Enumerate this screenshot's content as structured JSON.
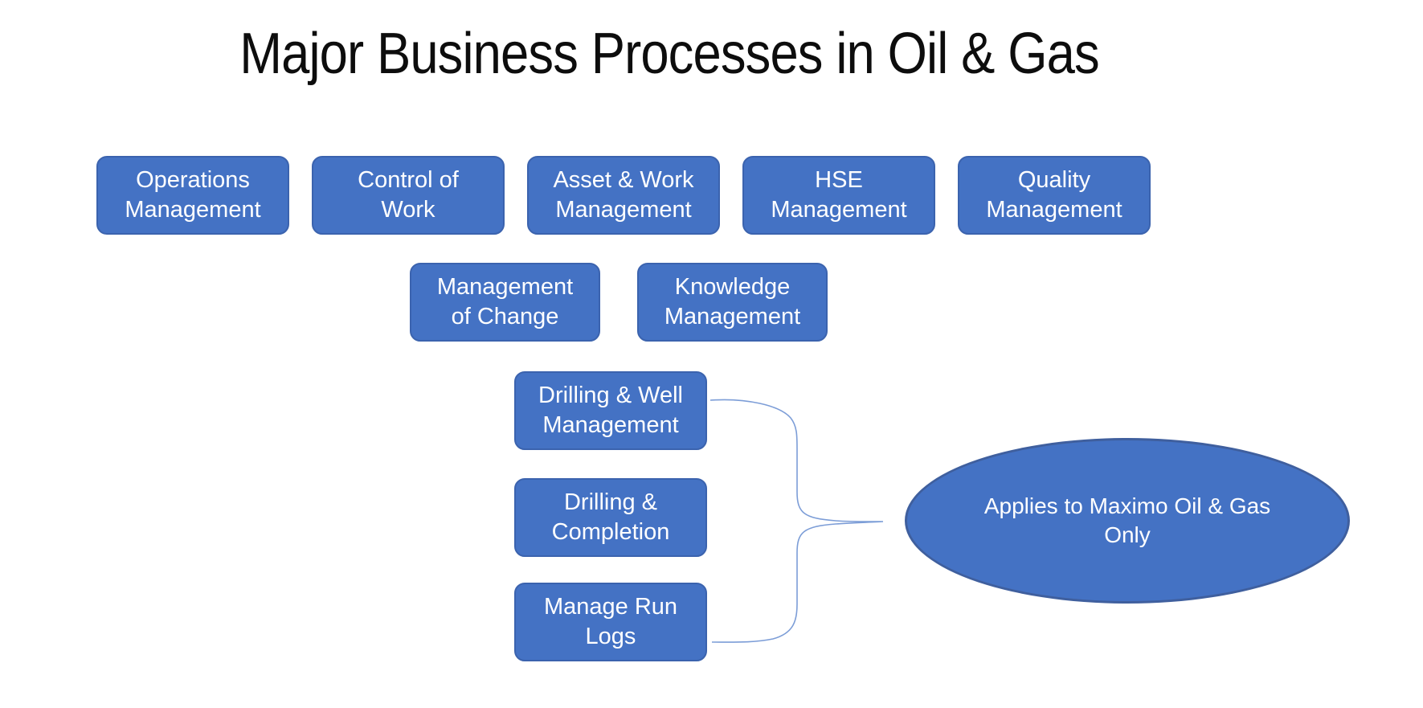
{
  "slide": {
    "title": "Major Business Processes in Oil & Gas",
    "process_rows": {
      "row1": [
        "Operations Management",
        "Control of Work",
        "Asset & Work Management",
        "HSE Management",
        "Quality Management"
      ],
      "row2": [
        "Management of Change",
        "Knowledge Management"
      ]
    },
    "maximo_processes": [
      "Drilling & Well Management",
      "Drilling & Completion",
      "Manage Run Logs"
    ],
    "callout": "Applies to Maximo Oil & Gas Only"
  },
  "colors": {
    "background": "#FFFFFF",
    "title_text": "#0D0D0D",
    "box_fill": "#4472C4",
    "box_border": "#3B63AE",
    "box_text": "#FFFFFF",
    "brace_line": "#7C9DD7",
    "ellipse_fill": "#4472C4",
    "ellipse_border": "#3F5F9E"
  }
}
